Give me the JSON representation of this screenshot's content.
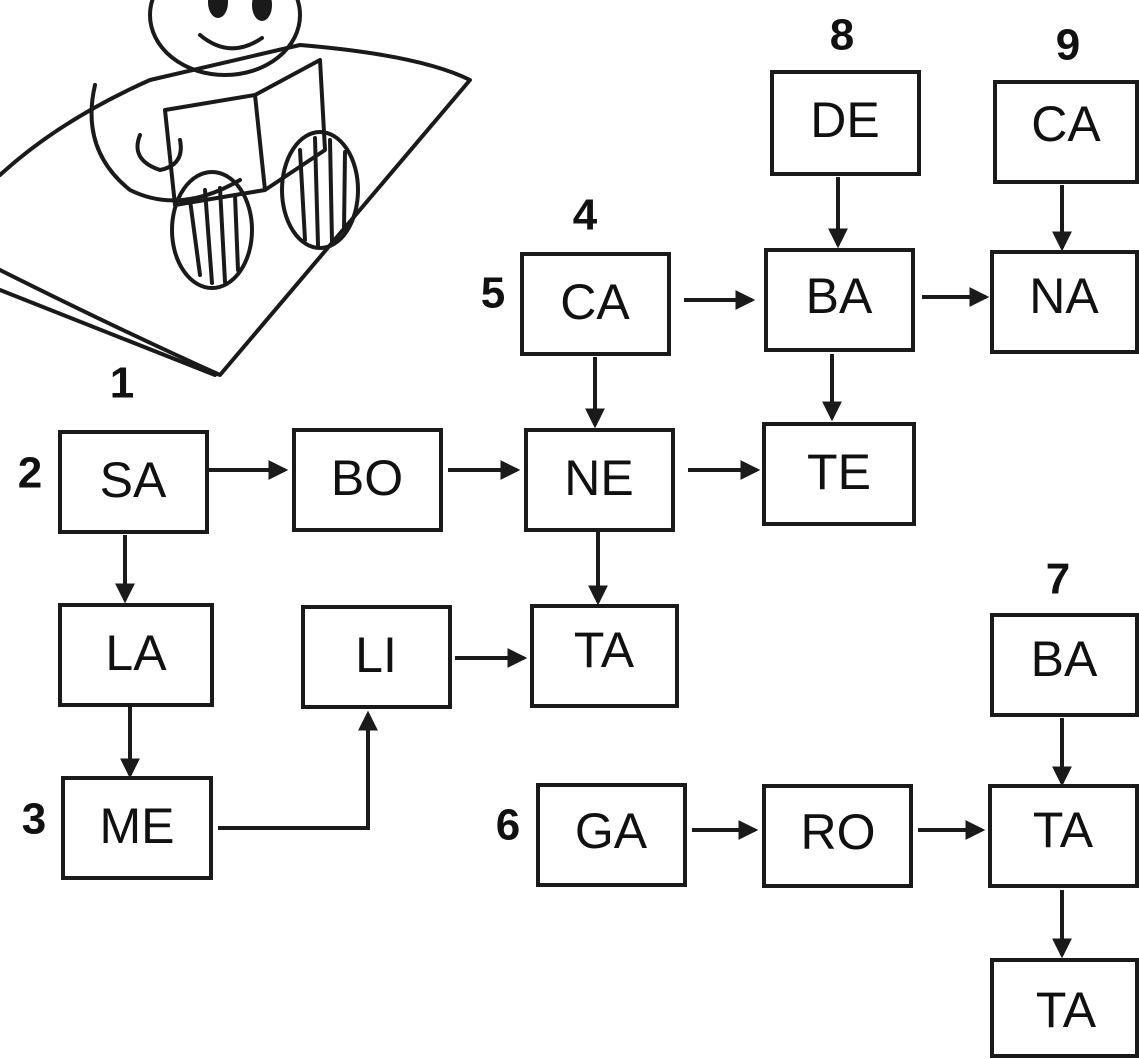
{
  "puzzle": {
    "colors": {
      "ink": "#1a1a1a",
      "paper": "#ffffff"
    },
    "boxes": [
      {
        "id": "sa",
        "label": "SA"
      },
      {
        "id": "bo",
        "label": "BO"
      },
      {
        "id": "ne",
        "label": "NE"
      },
      {
        "id": "te",
        "label": "TE"
      },
      {
        "id": "la",
        "label": "LA"
      },
      {
        "id": "me",
        "label": "ME"
      },
      {
        "id": "li",
        "label": "LI"
      },
      {
        "id": "ta1",
        "label": "TA"
      },
      {
        "id": "ca5",
        "label": "CA"
      },
      {
        "id": "ba8",
        "label": "BA"
      },
      {
        "id": "na",
        "label": "NA"
      },
      {
        "id": "de",
        "label": "DE"
      },
      {
        "id": "ca9",
        "label": "CA"
      },
      {
        "id": "ga",
        "label": "GA"
      },
      {
        "id": "ro",
        "label": "RO"
      },
      {
        "id": "ta6",
        "label": "TA"
      },
      {
        "id": "ba7",
        "label": "BA"
      },
      {
        "id": "ta7",
        "label": "TA"
      }
    ],
    "numbers": [
      {
        "id": "n1",
        "label": "1"
      },
      {
        "id": "n2",
        "label": "2"
      },
      {
        "id": "n3",
        "label": "3"
      },
      {
        "id": "n4",
        "label": "4"
      },
      {
        "id": "n5",
        "label": "5"
      },
      {
        "id": "n6",
        "label": "6"
      },
      {
        "id": "n7",
        "label": "7"
      },
      {
        "id": "n8",
        "label": "8"
      },
      {
        "id": "n9",
        "label": "9"
      }
    ],
    "edges": [
      {
        "from": "sa",
        "to": "bo"
      },
      {
        "from": "bo",
        "to": "ne"
      },
      {
        "from": "ne",
        "to": "te"
      },
      {
        "from": "sa",
        "to": "la"
      },
      {
        "from": "la",
        "to": "me"
      },
      {
        "from": "me",
        "to": "li"
      },
      {
        "from": "li",
        "to": "ta1"
      },
      {
        "from": "ne",
        "to": "ta1"
      },
      {
        "from": "ca5",
        "to": "ne"
      },
      {
        "from": "ca5",
        "to": "ba8"
      },
      {
        "from": "ba8",
        "to": "na"
      },
      {
        "from": "de",
        "to": "ba8"
      },
      {
        "from": "ba8",
        "to": "te"
      },
      {
        "from": "ca9",
        "to": "na"
      },
      {
        "from": "ga",
        "to": "ro"
      },
      {
        "from": "ro",
        "to": "ta6"
      },
      {
        "from": "ba7",
        "to": "ta6"
      },
      {
        "from": "ta6",
        "to": "ta7"
      }
    ]
  }
}
